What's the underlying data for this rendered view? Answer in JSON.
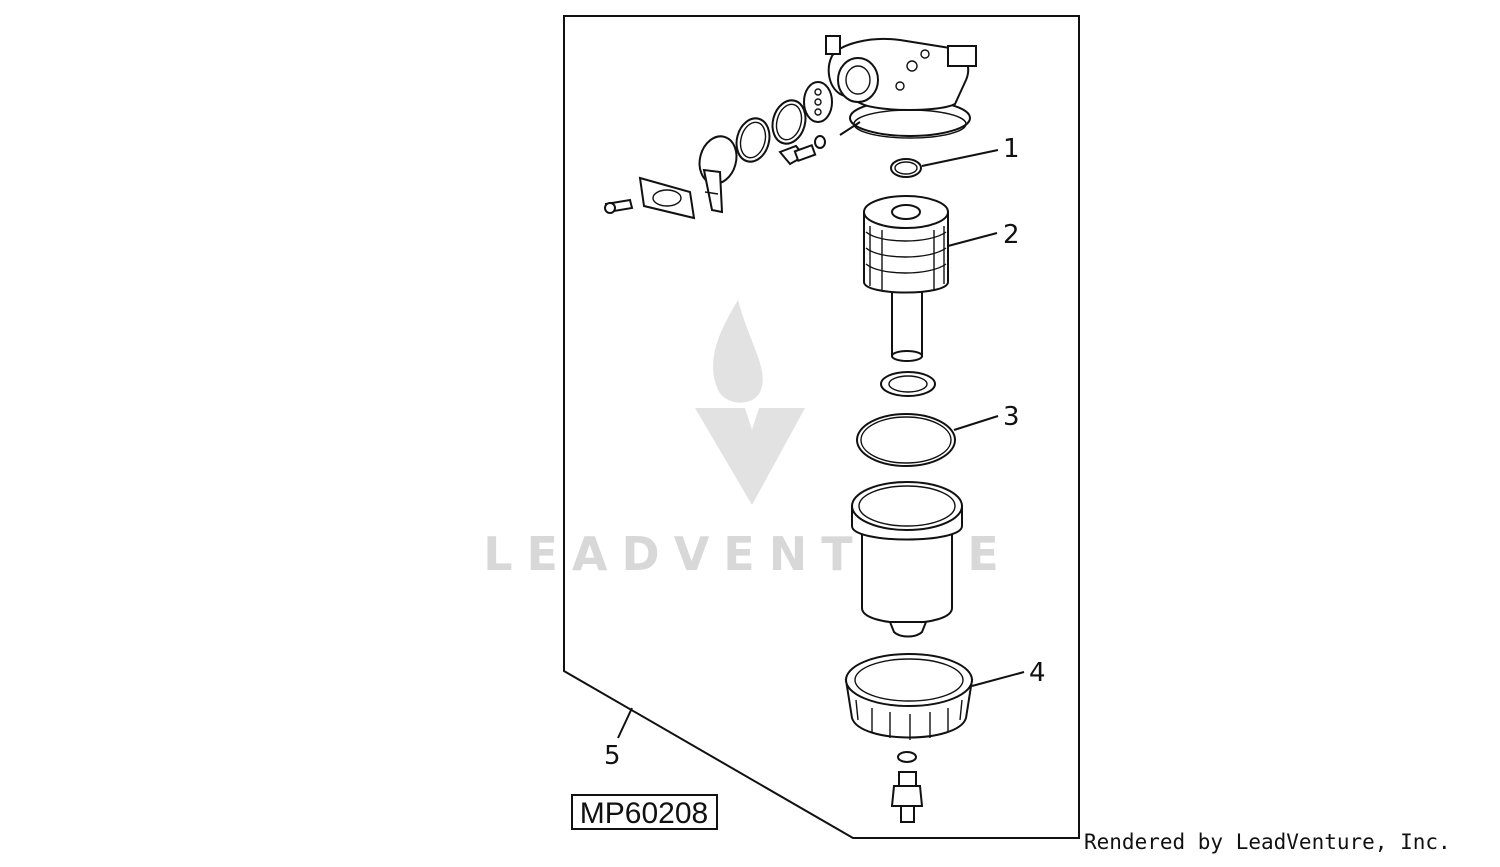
{
  "callouts": [
    "1",
    "2",
    "3",
    "4",
    "5"
  ],
  "diagram_id": "MP60208",
  "watermark": "LEADVENTURE",
  "render_credit": "Rendered by LeadVenture, Inc.",
  "colors": {
    "line": "#111111",
    "watermark": "#d8d8d8",
    "background": "#ffffff"
  }
}
